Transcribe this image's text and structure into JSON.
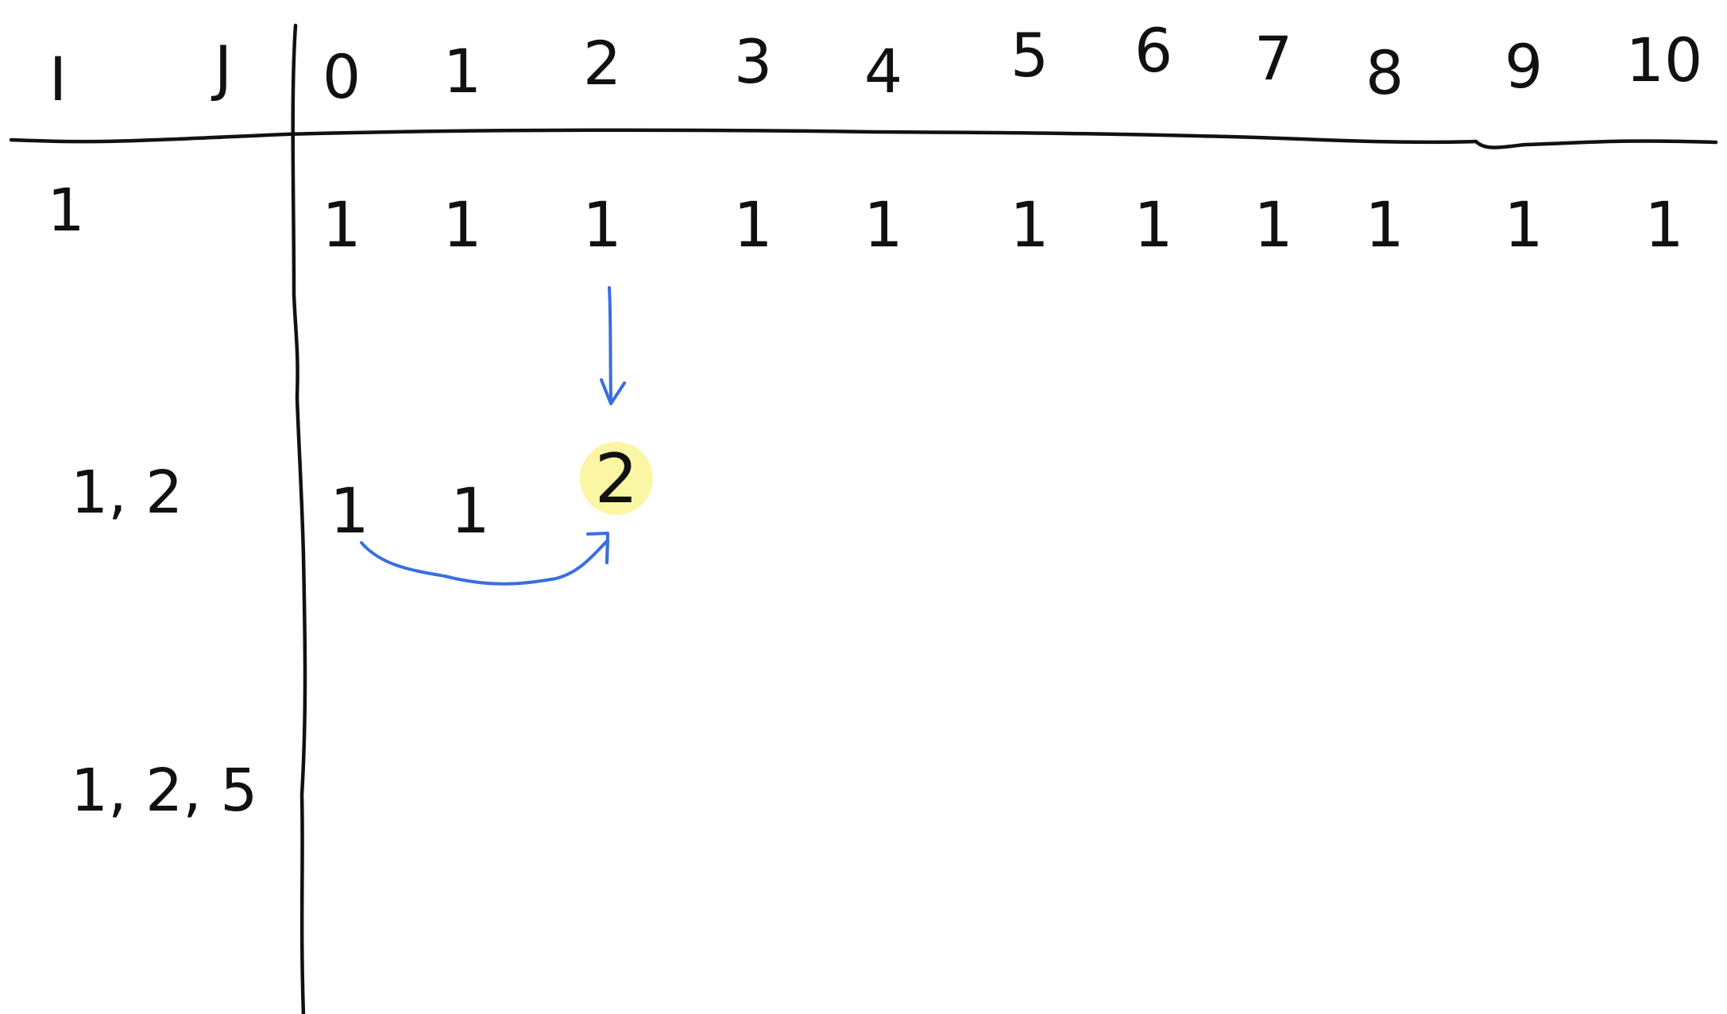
{
  "header": {
    "i_label": "I",
    "j_label": "J",
    "capacities": [
      "0",
      "1",
      "2",
      "3",
      "4",
      "5",
      "6",
      "7",
      "8",
      "9",
      "10"
    ]
  },
  "rows": [
    {
      "items_label": "1",
      "values": [
        "1",
        "1",
        "1",
        "1",
        "1",
        "1",
        "1",
        "1",
        "1",
        "1",
        "1"
      ]
    },
    {
      "items_label": "1, 2",
      "values": [
        "1",
        "1",
        "2"
      ]
    },
    {
      "items_label": "1, 2, 5",
      "values": []
    }
  ],
  "highlight": {
    "row": 1,
    "capacity": "2",
    "value": "2",
    "color": "#fbf59a"
  },
  "colors": {
    "ink": "#111111",
    "arrow": "#3a6ee0"
  }
}
